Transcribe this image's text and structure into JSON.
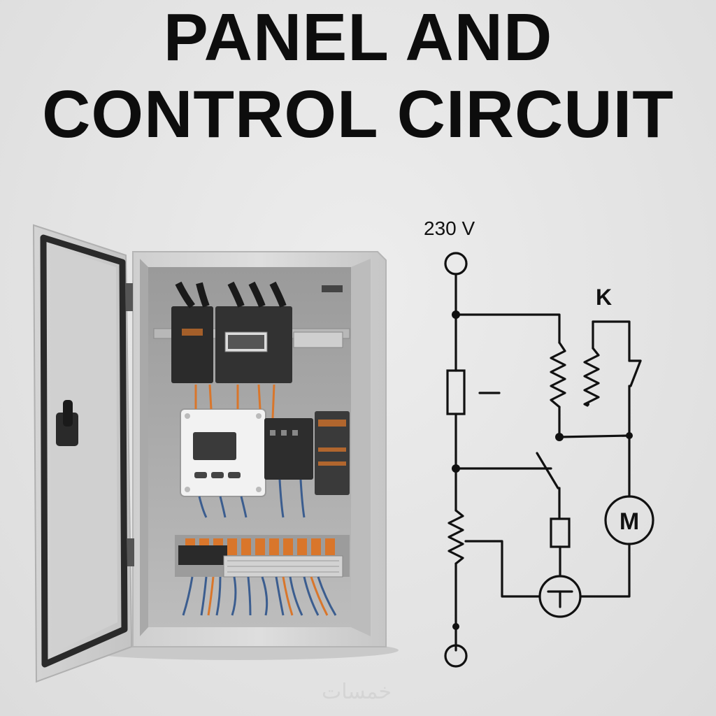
{
  "title": {
    "line1": "PANEL AND",
    "line2": "CONTROL CIRCUIT"
  },
  "circuit": {
    "supply_label": "230 V",
    "coil_label": "K",
    "motor_label": "M"
  },
  "watermark": "خمسات",
  "colors": {
    "background": "#e6e6e6",
    "text": "#0d0d0d",
    "enclosure": "#d9d9d9",
    "door_seal": "#2a2a2a",
    "wire_orange": "#d9762b",
    "wire_blue": "#3b5d8f"
  },
  "icons": {
    "cabinet": "electrical-enclosure-illustration",
    "motor": "motor-symbol"
  }
}
